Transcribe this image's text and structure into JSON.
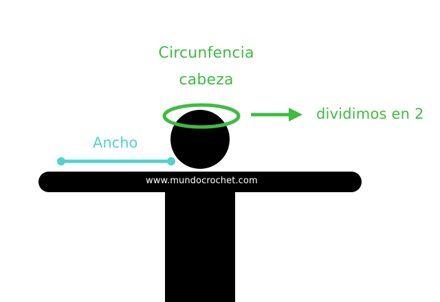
{
  "diagram": {
    "title_line1": "Circunfencia",
    "title_line2": "cabeza",
    "divide_label": "dividimos en 2",
    "width_label": "Ancho",
    "watermark": "www.mundocrochet.com"
  },
  "colors": {
    "green": "#3dbd3f",
    "teal": "#4fd4cc",
    "figure": "#000000",
    "background": "#ffffff",
    "watermark_text": "#ffffff"
  },
  "icons": {
    "head_circumference": "ellipse-outline",
    "arrow": "arrow-right",
    "width_measure": "line-with-dot-endpoints"
  }
}
